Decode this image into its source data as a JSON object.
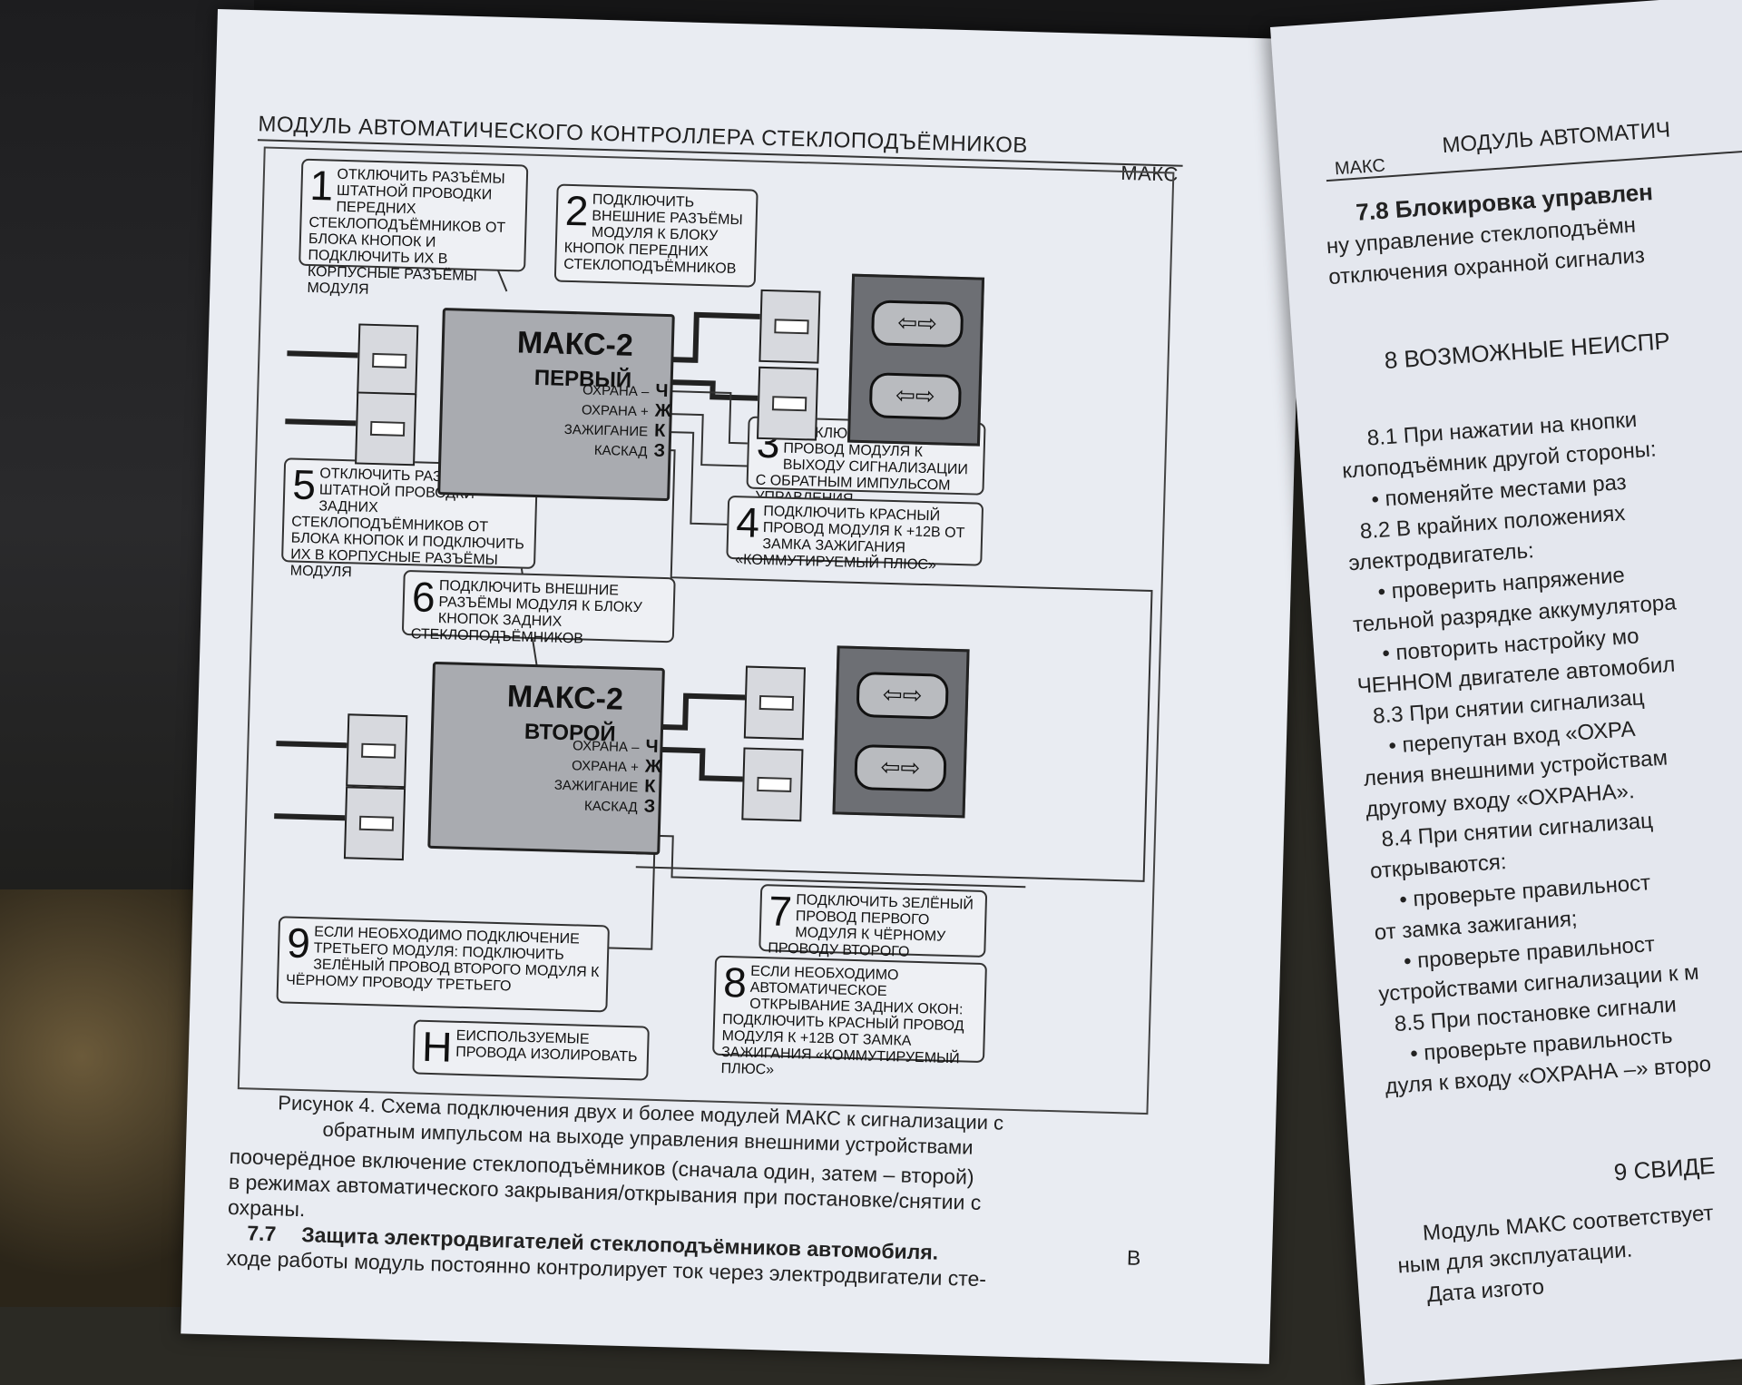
{
  "left_page": {
    "header": "МОДУЛЬ АВТОМАТИЧЕСКОГО КОНТРОЛЛЕРА СТЕКЛОПОДЪЁМНИКОВ",
    "header_brand": "МАКС",
    "modules": [
      {
        "name": "МАКС-2",
        "role": "ПЕРВЫЙ"
      },
      {
        "name": "МАКС-2",
        "role": "ВТОРОЙ"
      }
    ],
    "pins": [
      "ОХРАНА –",
      "ОХРАНА +",
      "ЗАЖИГАНИЕ",
      "КАСКАД"
    ],
    "pin_letters": [
      "Ч",
      "Ж",
      "К",
      "З"
    ],
    "arrows_glyph": "⇦⇨",
    "notes": [
      {
        "n": "1",
        "text": "ОТКЛЮЧИТЬ РАЗЪЁМЫ ШТАТНОЙ ПРОВОДКИ ПЕРЕДНИХ СТЕКЛОПОДЪЁМНИКОВ ОТ БЛОКА КНОПОК И ПОДКЛЮЧИТЬ ИХ В КОРПУСНЫЕ РАЗЪЁМЫ МОДУЛЯ"
      },
      {
        "n": "2",
        "text": "ПОДКЛЮЧИТЬ ВНЕШНИЕ РАЗЪЁМЫ МОДУЛЯ К БЛОКУ КНОПОК ПЕРЕДНИХ СТЕКЛОПОДЪЁМНИКОВ"
      },
      {
        "n": "3",
        "text": "ПОДКЛЮЧИТЬ ЧЁРНЫЙ ПРОВОД МОДУЛЯ К ВЫХОДУ СИГНАЛИЗАЦИИ С ОБРАТНЫМ ИМПУЛЬСОМ УПРАВЛЕНИЯ УСТРОЙСТВАМИ"
      },
      {
        "n": "4",
        "text": "ПОДКЛЮЧИТЬ КРАСНЫЙ ПРОВОД МОДУЛЯ К +12В ОТ ЗАМКА ЗАЖИГАНИЯ «КОММУТИРУЕМЫЙ ПЛЮС»"
      },
      {
        "n": "5",
        "text": "ОТКЛЮЧИТЬ РАЗЪЁМЫ ШТАТНОЙ ПРОВОДКИ ЗАДНИХ СТЕКЛОПОДЪЁМНИКОВ ОТ БЛОКА КНОПОК И ПОДКЛЮЧИТЬ ИХ В КОРПУСНЫЕ РАЗЪЁМЫ МОДУЛЯ"
      },
      {
        "n": "6",
        "text": "ПОДКЛЮЧИТЬ ВНЕШНИЕ РАЗЪЁМЫ МОДУЛЯ К БЛОКУ КНОПОК ЗАДНИХ СТЕКЛОПОДЪЁМНИКОВ"
      },
      {
        "n": "7",
        "text": "ПОДКЛЮЧИТЬ ЗЕЛЁНЫЙ ПРОВОД ПЕРВОГО МОДУЛЯ К ЧЁРНОМУ ПРОВОДУ ВТОРОГО"
      },
      {
        "n": "8",
        "text": "ЕСЛИ НЕОБХОДИМО АВТОМАТИЧЕСКОЕ ОТКРЫВАНИЕ ЗАДНИХ ОКОН: ПОДКЛЮЧИТЬ КРАСНЫЙ ПРОВОД МОДУЛЯ К +12В ОТ ЗАМКА ЗАЖИГАНИЯ «КОММУТИРУЕМЫЙ ПЛЮС»"
      },
      {
        "n": "9",
        "text": "ЕСЛИ НЕОБХОДИМО ПОДКЛЮЧЕНИЕ ТРЕТЬЕГО МОДУЛЯ: ПОДКЛЮЧИТЬ ЗЕЛЁНЫЙ ПРОВОД ВТОРОГО МОДУЛЯ К ЧЁРНОМУ ПРОВОДУ ТРЕТЬЕГО"
      },
      {
        "n": "Н",
        "text": "ЕИСПОЛЬЗУЕМЫЕ ПРОВОДА ИЗОЛИРОВАТЬ"
      }
    ],
    "caption_1": "Рисунок 4. Схема подключения двух и более модулей МАКС к сигнализации с",
    "caption_2": "обратным импульсом на выходе управления внешними устройствами",
    "body_lines": [
      "поочерёдное включение стеклоподъёмников (сначала один, затем – второй)",
      "в режимах автоматического закрывания/открывания при постановке/снятии с",
      "охраны."
    ],
    "section_77_num": "7.7",
    "section_77_title": "Защита электродвигателей стеклоподъёмников автомобиля.",
    "section_77_tail": "В",
    "section_77_line2": "ходе работы модуль постоянно контролирует ток через электродвигатели сте-"
  },
  "right_page": {
    "header_brand": "МАКС",
    "header": "МОДУЛЬ АВТОМАТИЧ",
    "lines": [
      "7.8  Блокировка управлен",
      "ну управление стеклоподъёмн",
      "отключения охранной сигнализ",
      "8  ВОЗМОЖНЫЕ НЕИСПР",
      "8.1  При нажатии на кнопки",
      "клоподъёмник другой стороны:",
      "•   поменяйте местами раз",
      "8.2  В крайних положениях",
      "электродвигатель:",
      "•   проверить напряжение",
      "тельной разрядке аккумулятора",
      "•   повторить настройку мо",
      "ЧЕННОМ двигателе автомобил",
      "8.3  При снятии сигнализац",
      "•   перепутан вход «ОХРА",
      "ления внешними устройствам",
      "другому входу «ОХРАНА».",
      "8.4  При снятии сигнализац",
      "открываются:",
      "•   проверьте правильност",
      "от замка зажигания;",
      "•   проверьте правильност",
      "устройствами сигнализации к м",
      "8.5  При постановке сигнали",
      "•   проверьте правильность",
      "дуля к входу «ОХРАНА –» второ",
      "9  СВИДЕ",
      "Модуль МАКС соответствует",
      "ным для эксплуатации.",
      "Дата изгото"
    ]
  }
}
